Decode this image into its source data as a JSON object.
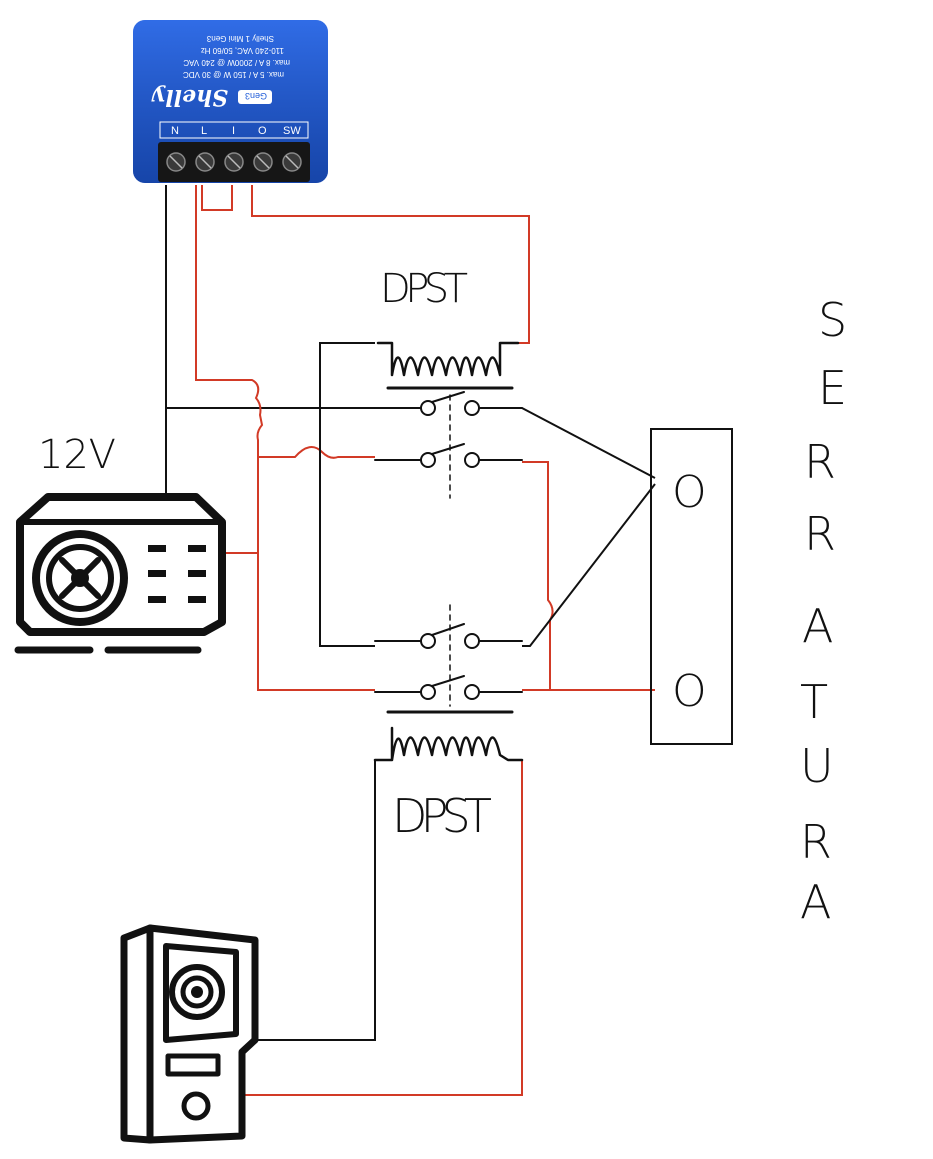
{
  "shelly": {
    "brand": "Shelly",
    "badge": "Gen3",
    "model": "Shelly 1 Mini Gen3",
    "spec_voltage": "110-240 VAC, 50/60 Hz",
    "spec_max_ac": "max. 8 A / 2000W @ 240 VAC",
    "spec_max_dc": "max. 5 A / 150 W @ 30 VDC",
    "terminals": [
      "N",
      "L",
      "I",
      "O",
      "SW"
    ]
  },
  "labels": {
    "relay_top": "DPST",
    "relay_bottom": "DPST",
    "psu": "12V",
    "lock_vertical": [
      "S",
      "E",
      "R",
      "R",
      "A",
      "T",
      "U",
      "R",
      "A"
    ]
  },
  "lock_terminals": [
    "O",
    "O"
  ],
  "colors": {
    "red_wire": "#d23a26",
    "black_wire": "#111111",
    "shelly_blue": "#1e5bd8",
    "shelly_dark": "#0f2f7a"
  }
}
